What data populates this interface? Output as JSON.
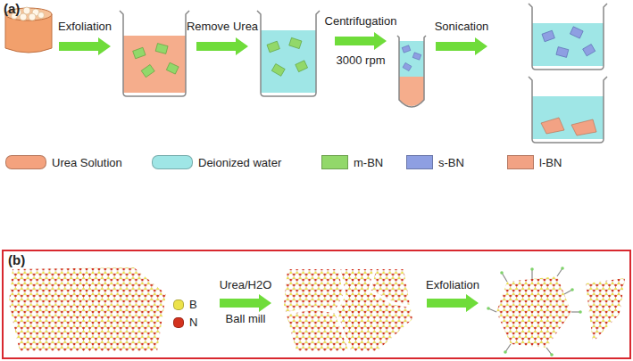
{
  "diagram": {
    "nodes": [
      {
        "text": [
          "(b)",
          "Urea/H2O",
          "Ball mill",
          "Exfoliation"
        ]
      }
    ],
    "labels": [
      "(a)",
      "Exfoliation",
      "Remove Urea",
      "Centrifugation",
      "3000 rpm",
      "Sonication"
    ],
    "legend": [
      {
        "text": "Urea Solution",
        "color": "#f4a27e"
      },
      {
        "text": "Deionized water",
        "color": "#9fe6e6"
      },
      {
        "text": "m-BN",
        "color": "#92d86a"
      },
      {
        "text": "s-BN",
        "color": "#8e9fe2"
      },
      {
        "text": "l-BN",
        "color": "#f2a284"
      },
      {
        "text": "B",
        "color": "#ece24a"
      },
      {
        "text": "N",
        "color": "#d3321e"
      }
    ]
  }
}
